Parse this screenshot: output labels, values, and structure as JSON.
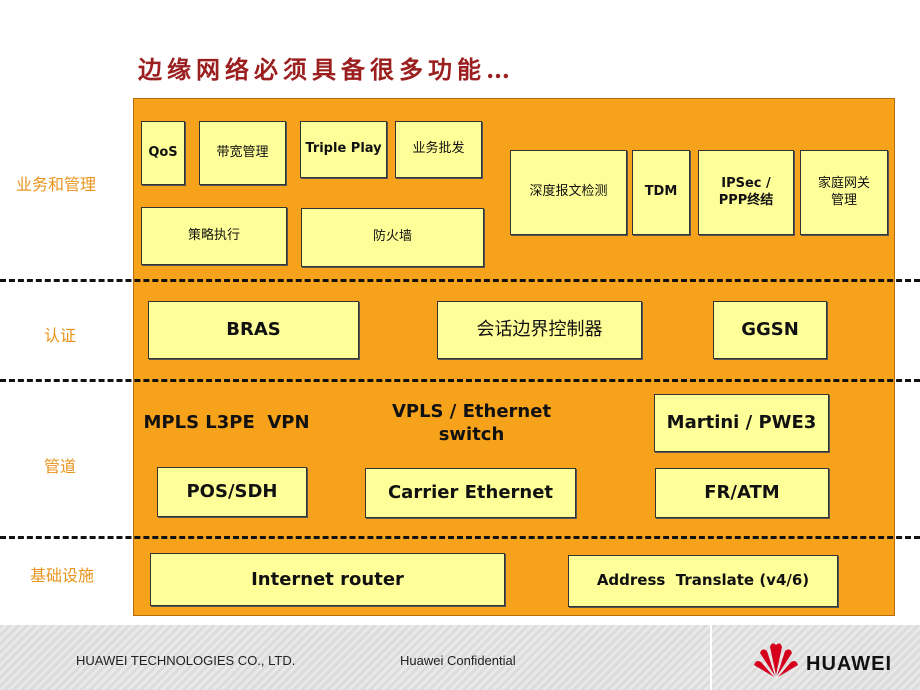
{
  "title": "边缘网络必须具备很多功能…",
  "layers": {
    "services": "业务和管理",
    "auth": "认证",
    "transport": "管道",
    "infra": "基础设施"
  },
  "boxes": {
    "qos": "QoS",
    "bandwidth": "带宽管理",
    "triple_play": "Triple Play",
    "wholesale": "业务批发",
    "dpi": "深度报文检测",
    "tdm": "TDM",
    "ipsec_line1": "IPSec /",
    "ipsec_line2": "PPP终结",
    "home_line1": "家庭网关",
    "home_line2": "管理",
    "policy": "策略执行",
    "firewall": "防火墙",
    "bras": "BRAS",
    "sbc": "会话边界控制器",
    "ggsn": "GGSN",
    "mpls": "MPLS L3PE  VPN",
    "vpls": "VPLS / Ethernet switch",
    "martini": "Martini / PWE3",
    "pos": "POS/SDH",
    "carrier": "Carrier Ethernet",
    "fratm": "FR/ATM",
    "router": "Internet router",
    "nat": "Address  Translate (v4/6)"
  },
  "footer": {
    "company": "HUAWEI TECHNOLOGIES CO., LTD.",
    "confidential": "Huawei Confidential",
    "logo": "HUAWEI"
  },
  "colors": {
    "panel": "#f6a21b",
    "box": "#ffff99",
    "title": "#9b1f1f",
    "layer_label": "#e8941c",
    "logo_red": "#d5001c"
  }
}
